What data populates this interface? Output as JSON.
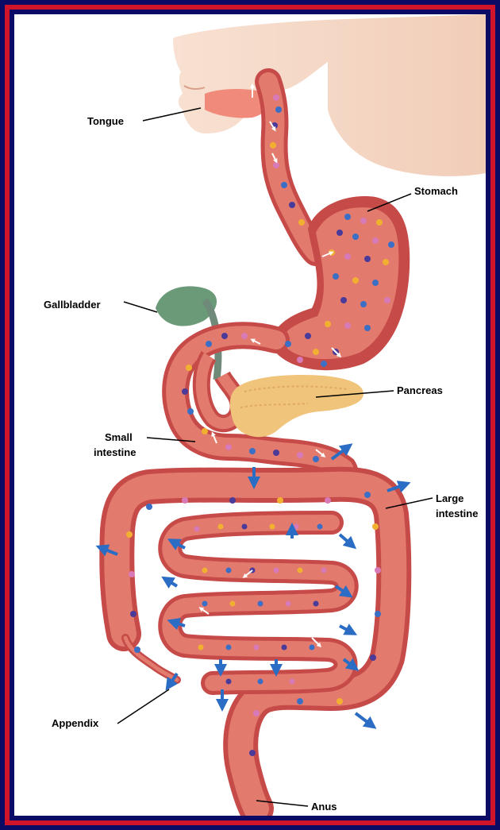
{
  "labels": {
    "tongue": "Tongue",
    "stomach": "Stomach",
    "gallbladder": "Gallbladder",
    "pancreas": "Pancreas",
    "small_intestine_1": "Small",
    "small_intestine_2": "intestine",
    "large_intestine_1": "Large",
    "large_intestine_2": "intestine",
    "appendix": "Appendix",
    "anus": "Anus"
  },
  "colors": {
    "border": "#d0142a",
    "background": "#0b0b66",
    "gut_wall": "#c94a4a",
    "gut_inner": "#e47a70",
    "skin": "#f6d9c8",
    "gallbladder": "#6b9a78",
    "pancreas": "#f0c47a",
    "arrow": "#2b6cc4"
  }
}
